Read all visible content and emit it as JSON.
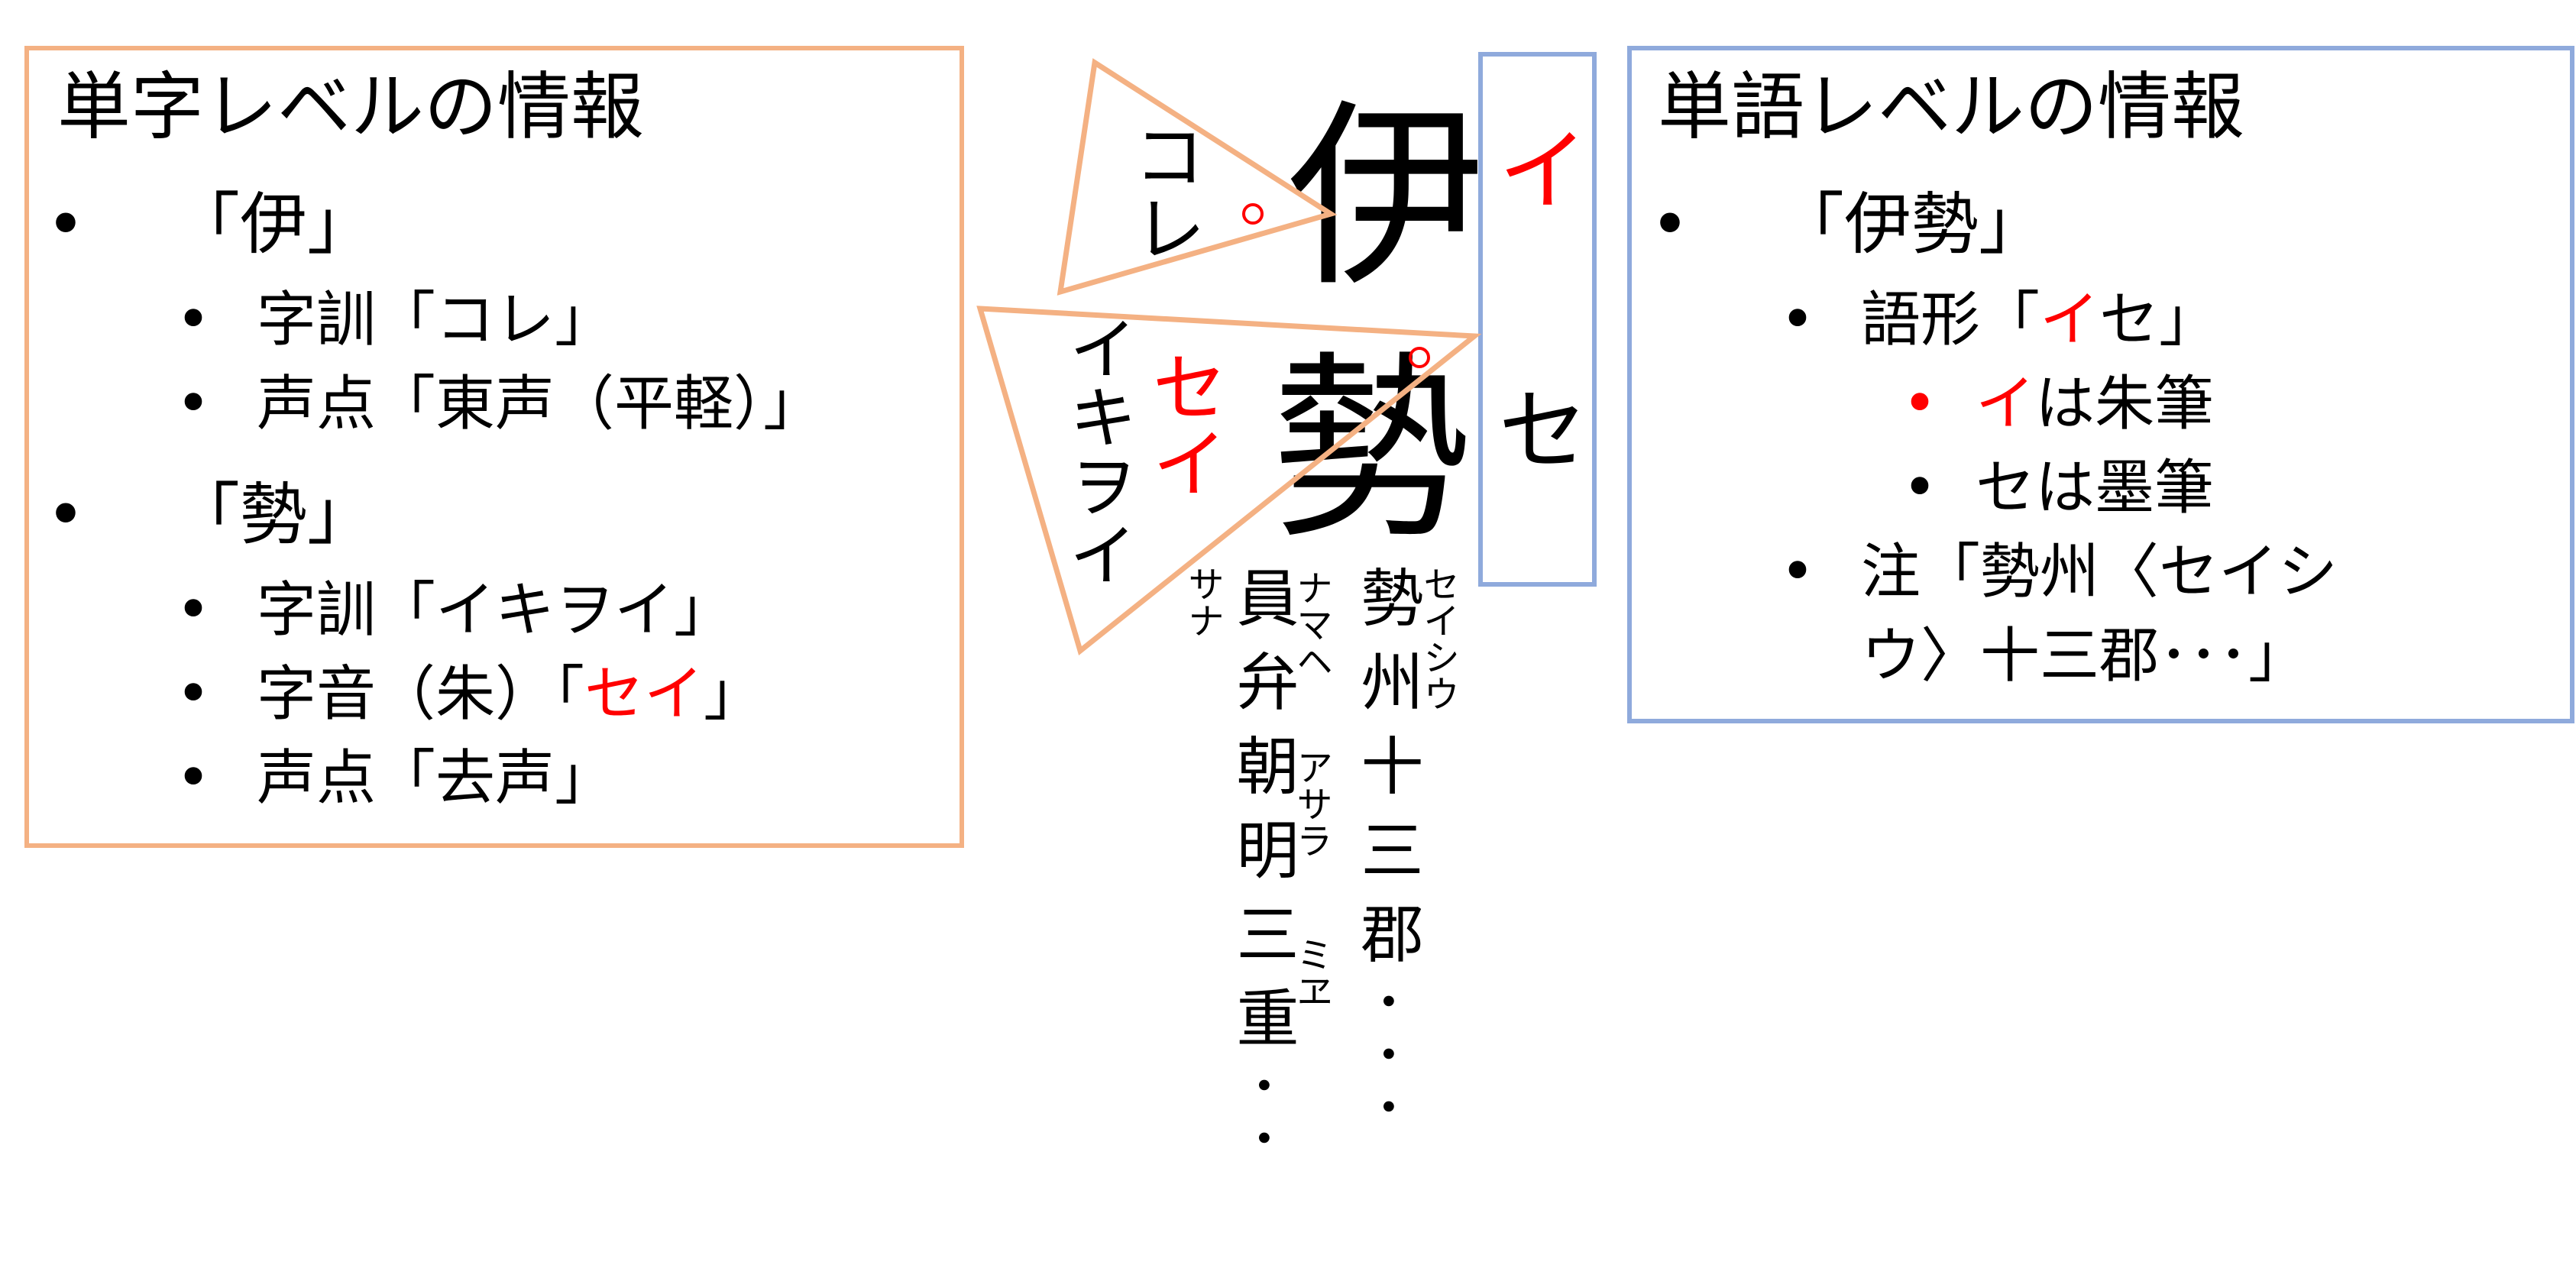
{
  "left_panel": {
    "title": "単字レベルの情報",
    "items": [
      {
        "char": "「伊」",
        "subs": [
          {
            "pre": "字訓「コレ」",
            "red": "",
            "post": ""
          },
          {
            "pre": "声点「東声（平軽）」",
            "red": "",
            "post": ""
          }
        ]
      },
      {
        "char": "「勢」",
        "subs": [
          {
            "pre": "字訓「イキヲイ」",
            "red": "",
            "post": ""
          },
          {
            "pre": "字音（朱）「",
            "red": "セイ",
            "post": "」"
          },
          {
            "pre": "声点「去声」",
            "red": "",
            "post": ""
          }
        ]
      }
    ]
  },
  "right_panel": {
    "title": "単語レベルの情報",
    "word": "「伊勢」",
    "form_pre": "語形「",
    "form_red": "イ",
    "form_post": "セ」",
    "i_red": "イ",
    "i_rest": "は朱筆",
    "se_line": "セは墨筆",
    "note_line1": "注「勢州〈セイシ",
    "note_line2": "ウ〉十三郡･･･」"
  },
  "center": {
    "char_i": "伊",
    "char_sei": "勢",
    "kun_kore": "コレ",
    "kun_ikiwoi": "イキヲイ",
    "on_sei": "セイ",
    "word_i": "イ",
    "word_se": "セ",
    "col1": "員弁朝明三重･･",
    "col1_ruby_top": "サナ",
    "col1_ruby_mid": "ナマヘ",
    "col1_ruby_asara": "アサラ",
    "col1_ruby_mie": "ミヱ",
    "col2": "勢州十三郡･･･",
    "col2_ruby": "セイシウ"
  },
  "colors": {
    "orange": "#f4b183",
    "blue": "#8faadc",
    "red": "#ff0000"
  }
}
